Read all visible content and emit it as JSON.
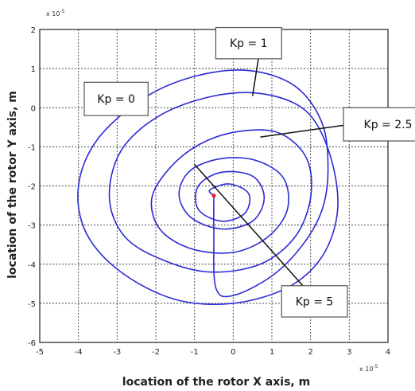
{
  "chart_data": {
    "type": "line",
    "xlabel": "location of the rotor X axis, m",
    "ylabel": "location of the rotor Y axis, m",
    "x_exponent": "x 10",
    "x_exponent_power": "-5",
    "y_exponent": "x 10",
    "y_exponent_power": "-5",
    "xlim": [
      -5,
      4
    ],
    "ylim": [
      -6,
      2
    ],
    "xticks": [
      "-5",
      "-4",
      "-3",
      "-2",
      "-1",
      "0",
      "1",
      "2",
      "3",
      "4"
    ],
    "yticks": [
      "2",
      "1",
      "0",
      "-1",
      "-2",
      "-3",
      "-4",
      "-5",
      "-6"
    ],
    "xtick_values": [
      -5,
      -4,
      -3,
      -2,
      -1,
      0,
      1,
      2,
      3,
      4
    ],
    "ytick_values": [
      2,
      1,
      0,
      -1,
      -2,
      -3,
      -4,
      -5,
      -6
    ],
    "grid": true,
    "line_color": "#2b2bd6",
    "center_point_color": "#e02020",
    "center_point": {
      "x": -0.5,
      "y": -2.25
    },
    "series": [
      {
        "values": [
          [
            -0.5,
            -2.25
          ],
          [
            -0.5,
            -3.2
          ],
          [
            -0.45,
            -4.6
          ],
          [
            0.0,
            -4.8
          ],
          [
            1.0,
            -4.3
          ],
          [
            1.8,
            -3.5
          ],
          [
            2.3,
            -2.6
          ],
          [
            2.45,
            -1.6
          ],
          [
            2.3,
            -0.4
          ],
          [
            1.6,
            0.55
          ],
          [
            0.4,
            0.95
          ],
          [
            -1.0,
            0.8
          ],
          [
            -2.3,
            0.25
          ],
          [
            -3.5,
            -0.8
          ],
          [
            -4.0,
            -2.0
          ],
          [
            -3.8,
            -3.2
          ],
          [
            -2.9,
            -4.2
          ],
          [
            -1.5,
            -4.9
          ],
          [
            0.0,
            -5.0
          ],
          [
            1.4,
            -4.6
          ],
          [
            2.3,
            -3.8
          ],
          [
            2.7,
            -2.6
          ],
          [
            2.5,
            -1.2
          ],
          [
            1.9,
            -0.1
          ],
          [
            0.8,
            0.35
          ],
          [
            -0.5,
            0.3
          ],
          [
            -1.9,
            -0.2
          ],
          [
            -2.9,
            -1.1
          ],
          [
            -3.2,
            -2.3
          ],
          [
            -2.8,
            -3.3
          ],
          [
            -1.8,
            -3.9
          ],
          [
            -0.6,
            -4.2
          ],
          [
            0.7,
            -4.0
          ],
          [
            1.6,
            -3.3
          ],
          [
            2.0,
            -2.3
          ],
          [
            1.9,
            -1.3
          ],
          [
            1.2,
            -0.65
          ],
          [
            0.2,
            -0.6
          ],
          [
            -0.8,
            -0.9
          ],
          [
            -1.6,
            -1.5
          ],
          [
            -2.1,
            -2.3
          ],
          [
            -1.9,
            -3.1
          ],
          [
            -1.1,
            -3.6
          ],
          [
            0.0,
            -3.7
          ],
          [
            0.9,
            -3.3
          ],
          [
            1.4,
            -2.6
          ],
          [
            1.3,
            -1.8
          ],
          [
            0.6,
            -1.35
          ],
          [
            -0.3,
            -1.3
          ],
          [
            -1.1,
            -1.6
          ],
          [
            -1.4,
            -2.2
          ],
          [
            -1.1,
            -2.8
          ],
          [
            -0.3,
            -3.1
          ],
          [
            0.5,
            -2.9
          ],
          [
            0.8,
            -2.3
          ],
          [
            0.5,
            -1.75
          ],
          [
            -0.3,
            -1.65
          ],
          [
            -0.9,
            -2.0
          ],
          [
            -0.9,
            -2.6
          ],
          [
            -0.3,
            -2.9
          ],
          [
            0.3,
            -2.7
          ],
          [
            0.4,
            -2.2
          ],
          [
            -0.1,
            -1.95
          ],
          [
            -0.6,
            -2.1
          ],
          [
            -0.5,
            -2.25
          ]
        ]
      }
    ],
    "annotations": [
      {
        "label": "Kp = 0",
        "x": -3.85,
        "y": 0.65,
        "w": 1.65,
        "h": 0.85,
        "pointer": null
      },
      {
        "label": "Kp = 1",
        "x": -0.45,
        "y": 2.05,
        "w": 1.7,
        "h": 0.8,
        "pointer": {
          "from": [
            0.65,
            1.25
          ],
          "to": [
            0.5,
            0.3
          ]
        }
      },
      {
        "label": "Kp = 2.5",
        "x": 2.85,
        "y": 0.0,
        "w": 2.3,
        "h": 0.85,
        "pointer": {
          "from": [
            2.85,
            -0.45
          ],
          "to": [
            0.7,
            -0.75
          ]
        }
      },
      {
        "label": "Kp = 5",
        "x": 1.25,
        "y": -4.55,
        "w": 1.7,
        "h": 0.8,
        "pointer": {
          "from": [
            1.8,
            -4.55
          ],
          "to": [
            -1.0,
            -1.45
          ]
        }
      }
    ]
  }
}
